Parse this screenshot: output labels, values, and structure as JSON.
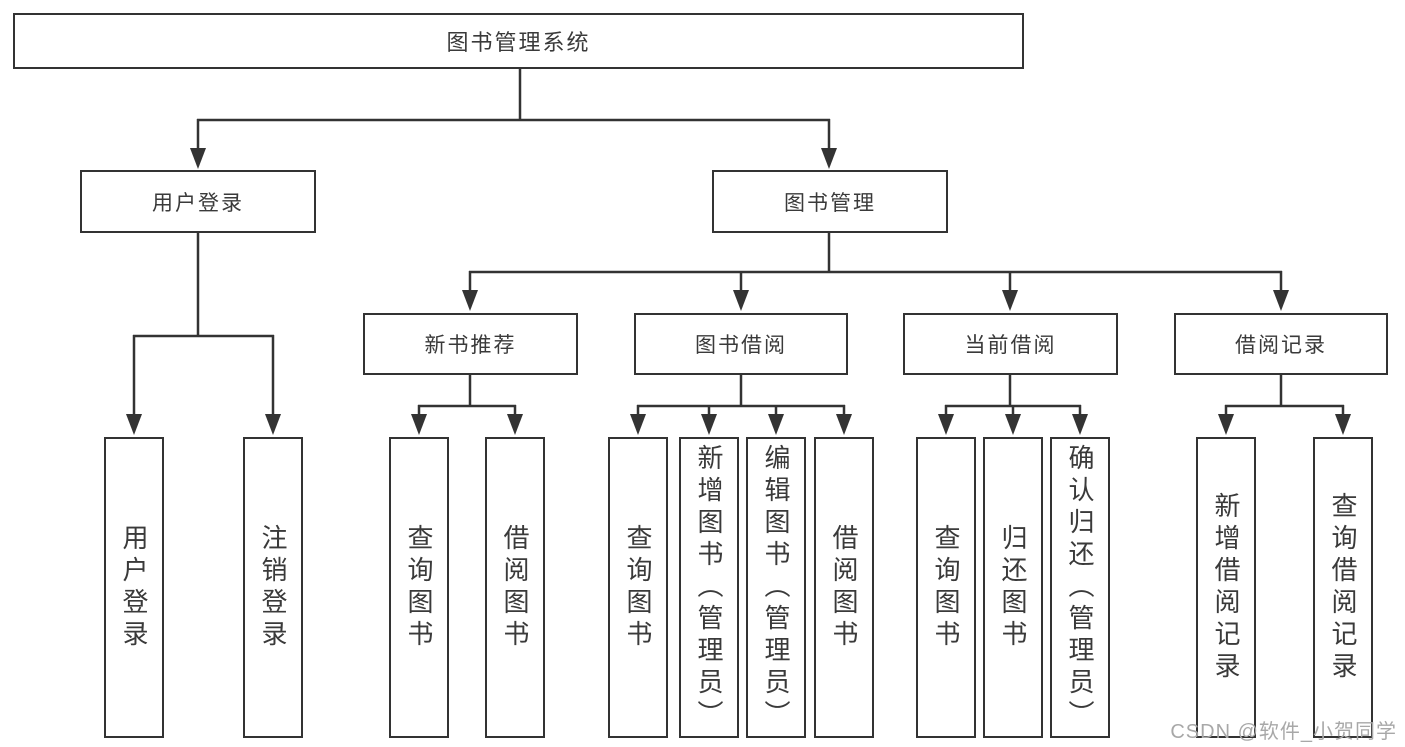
{
  "tree": {
    "root": "图书管理系统",
    "branches": [
      {
        "label": "用户登录",
        "leaves": [
          "用户登录",
          "注销登录"
        ]
      },
      {
        "label": "图书管理",
        "groups": [
          {
            "label": "新书推荐",
            "leaves": [
              "查询图书",
              "借阅图书"
            ]
          },
          {
            "label": "图书借阅",
            "leaves": [
              "查询图书",
              "新增图书（管理员）",
              "编辑图书（管理员）",
              "借阅图书"
            ]
          },
          {
            "label": "当前借阅",
            "leaves": [
              "查询图书",
              "归还图书",
              "确认归还（管理员）"
            ]
          },
          {
            "label": "借阅记录",
            "leaves": [
              "新增借阅记录",
              "查询借阅记录"
            ]
          }
        ]
      }
    ]
  },
  "watermark": "CSDN @软件_小贺同学",
  "colors": {
    "line": "#333333",
    "text": "#3a3a3a",
    "box_bg": "#ffffff",
    "watermark": "#a8a8a8"
  }
}
